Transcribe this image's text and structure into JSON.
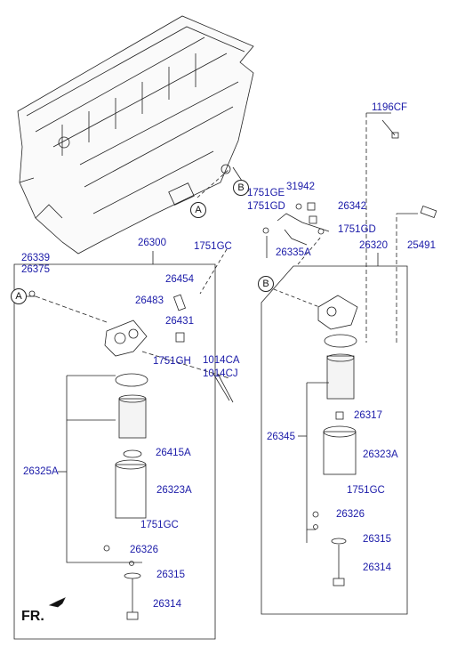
{
  "parts": {
    "p1196CF": "1196CF",
    "p31942": "31942",
    "p1751GE": "1751GE",
    "p1751GD_a": "1751GD",
    "p26342": "26342",
    "p1751GD_b": "1751GD",
    "p25491": "25491",
    "p1751GC_top": "1751GC",
    "p26335A": "26335A",
    "p26320": "26320",
    "p26300": "26300",
    "p26339": "26339",
    "p26375": "26375",
    "p26454": "26454",
    "p26483": "26483",
    "p26431": "26431",
    "p1751GH": "1751GH",
    "p1014CA": "1014CA",
    "p1014CJ": "1014CJ",
    "p26325A": "26325A",
    "p26415A": "26415A",
    "p26323A_left": "26323A",
    "p1751GC_left": "1751GC",
    "p26326_left": "26326",
    "p26315_left": "26315",
    "p26314_left": "26314",
    "p26317": "26317",
    "p26345": "26345",
    "p26323A_right": "26323A",
    "p1751GC_right": "1751GC",
    "p26326_right": "26326",
    "p26315_right": "26315",
    "p26314_right": "26314"
  },
  "refs": {
    "A": "A",
    "B": "B"
  },
  "front": "FR."
}
